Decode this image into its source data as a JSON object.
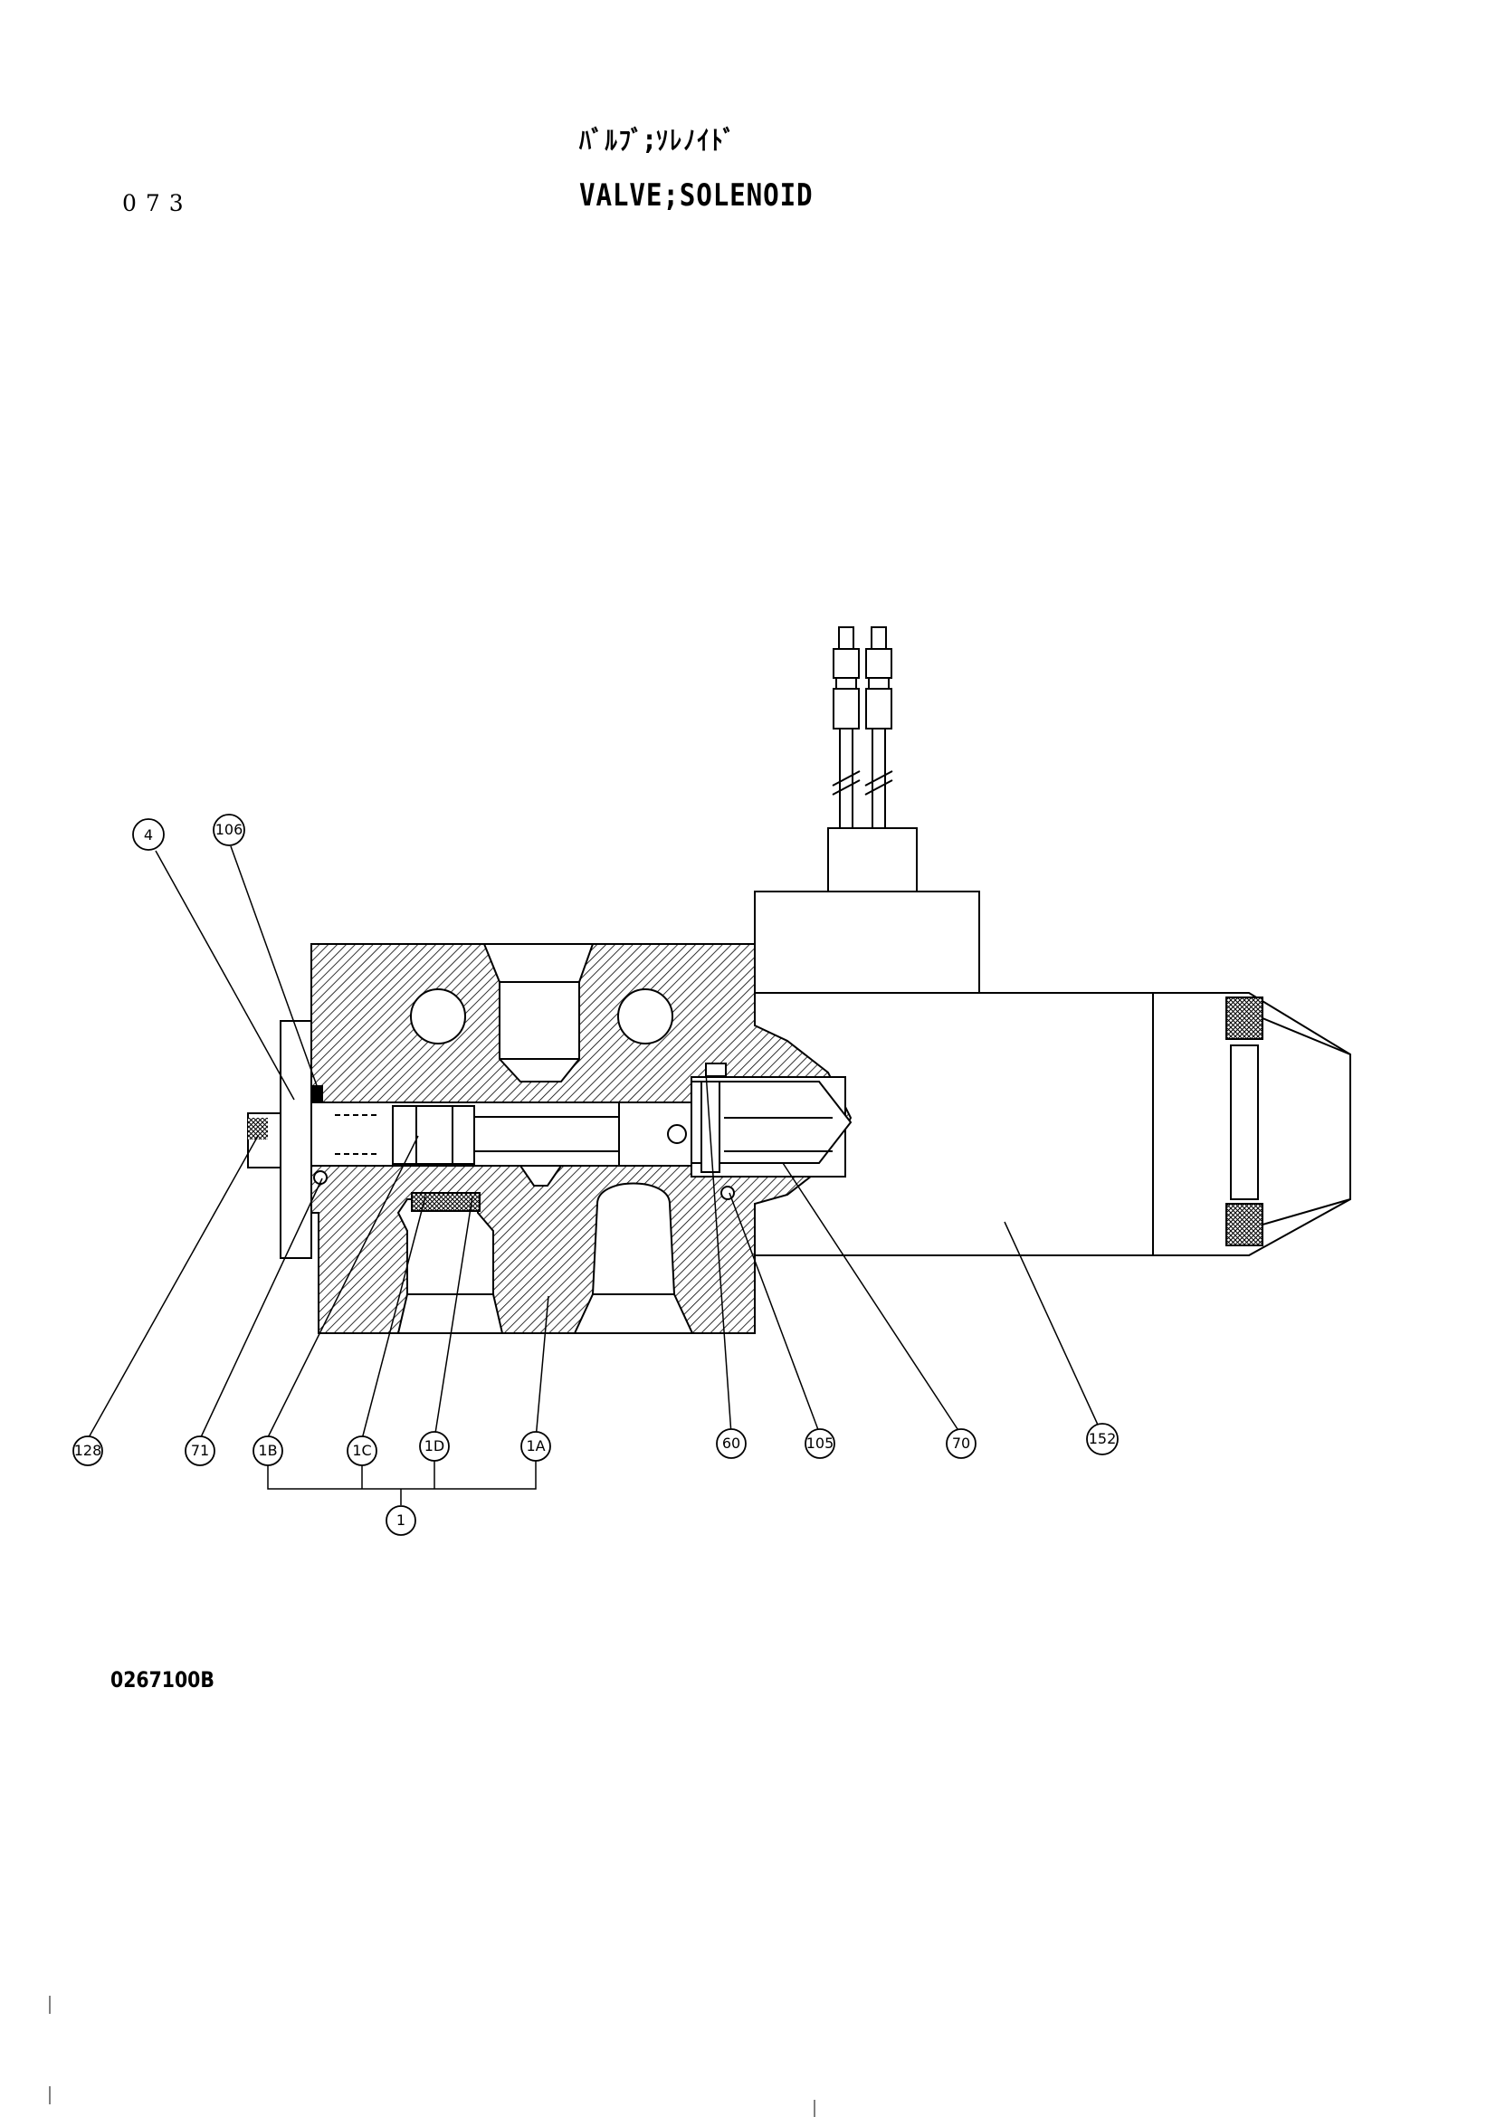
{
  "page_number": "073",
  "title_jp": "ﾊﾞﾙﾌﾞ;ｿﾚﾉｲﾄﾞ",
  "title_en": "VALVE;SOLENOID",
  "drawing_number": "0267100B",
  "callouts": [
    "4",
    "106",
    "128",
    "71",
    "1B",
    "1C",
    "1D",
    "1A",
    "1",
    "60",
    "105",
    "70",
    "152"
  ]
}
